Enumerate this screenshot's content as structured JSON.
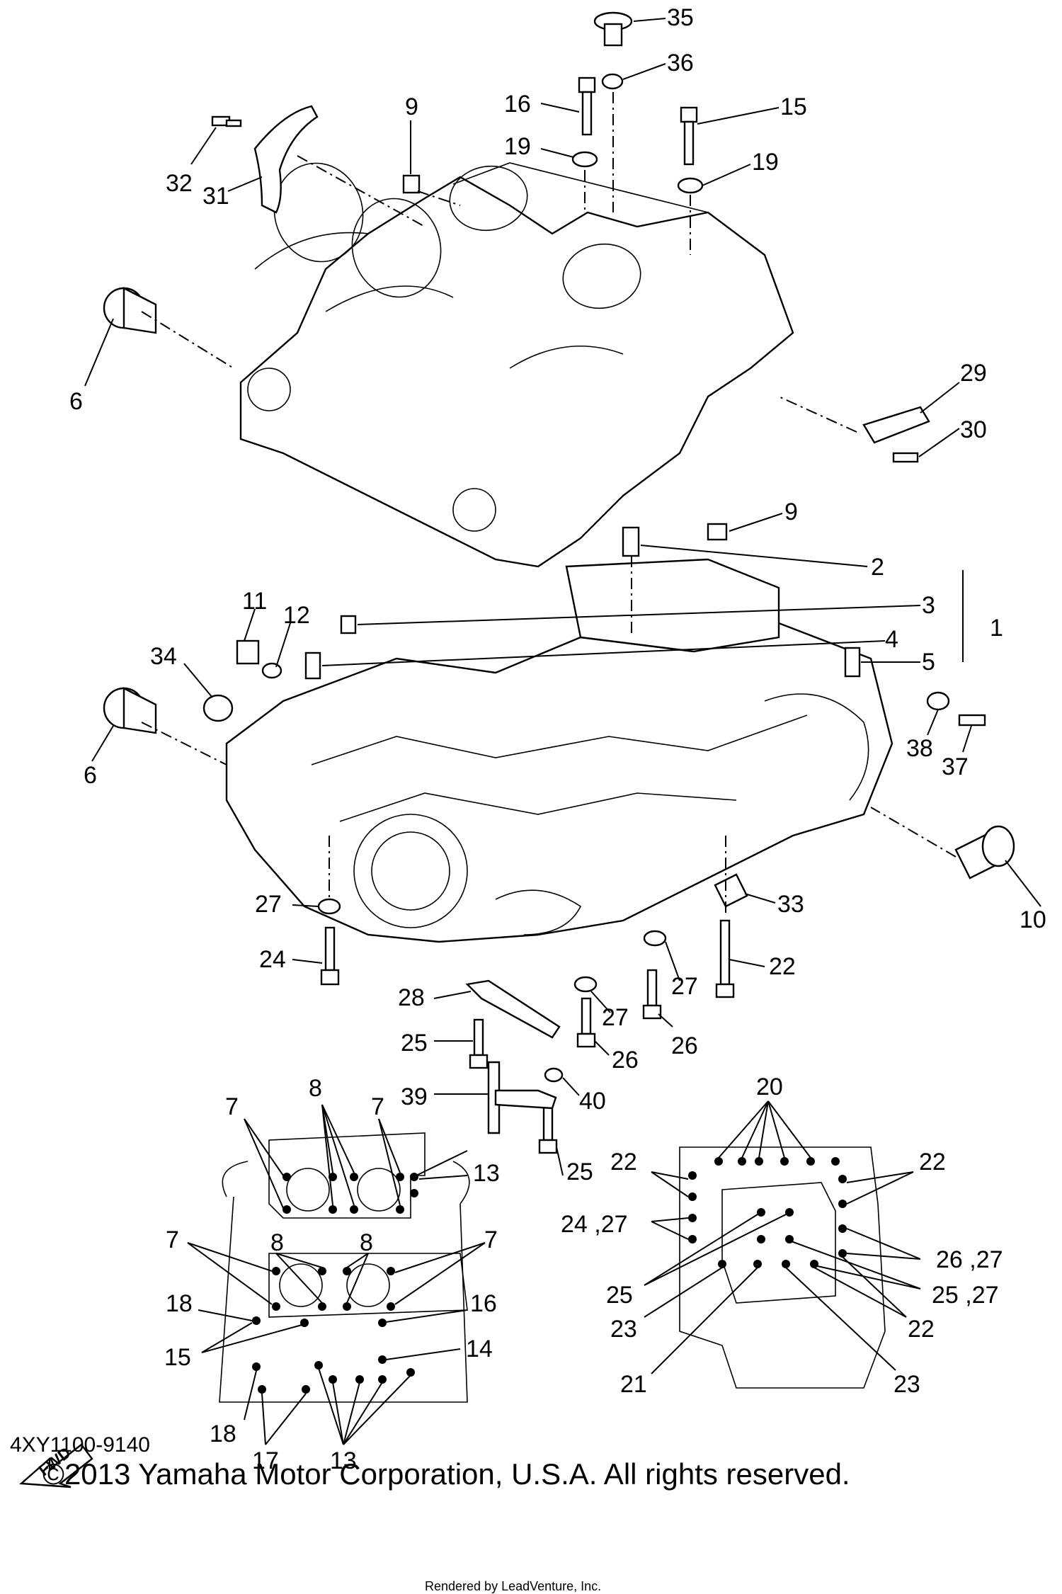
{
  "diagram": {
    "callouts": [
      "35",
      "36",
      "16",
      "15",
      "19",
      "19",
      "9",
      "32",
      "31",
      "6",
      "29",
      "30",
      "9",
      "2",
      "3",
      "1",
      "4",
      "5",
      "11",
      "12",
      "34",
      "6",
      "38",
      "37",
      "10",
      "33",
      "27",
      "24",
      "22",
      "28",
      "27",
      "26",
      "27",
      "25",
      "26",
      "39",
      "40",
      "25",
      "7",
      "8",
      "7",
      "13",
      "20",
      "22",
      "22",
      "24 ,27",
      "7",
      "8",
      "8",
      "7",
      "18",
      "16",
      "26 ,27",
      "25",
      "25 ,27",
      "15",
      "23",
      "22",
      "14",
      "21",
      "23",
      "18",
      "17",
      "13"
    ],
    "fwd_label": "FWD"
  },
  "footer": {
    "code": "4XY1100-9140",
    "copyright": "©2013 Yamaha Motor Corporation, U.S.A. All rights reserved.",
    "rendered_by": "Rendered by LeadVenture, Inc."
  }
}
